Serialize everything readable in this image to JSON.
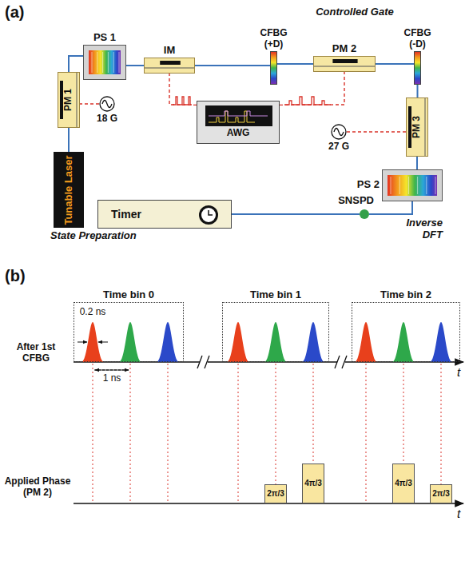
{
  "diagram": {
    "nodes": [
      {
        "text": [
          "State Preparation"
        ]
      },
      {
        "text": [
          "Tunable Laser"
        ],
        "in": 0
      },
      {
        "text": [
          "PM 1"
        ],
        "in": 0
      },
      {
        "text": [
          "18 G"
        ],
        "in": 0
      },
      {
        "text": [
          "PS 1"
        ],
        "in": 0
      },
      {
        "text": [
          "IM"
        ],
        "in": 0
      },
      {
        "text": [
          "Controlled Gate"
        ]
      },
      {
        "text": [
          "CFBG (+D)"
        ],
        "in": 6
      },
      {
        "text": [
          "PM 2"
        ],
        "in": 6
      },
      {
        "text": [
          "CFBG (-D)"
        ],
        "in": 6
      },
      {
        "text": [
          "Inverse DFT"
        ]
      },
      {
        "text": [
          "27 G"
        ],
        "in": 10
      },
      {
        "text": [
          "PM 3"
        ],
        "in": 10
      },
      {
        "text": [
          "PS 2"
        ],
        "in": 10
      },
      {
        "text": [
          "AWG"
        ]
      },
      {
        "text": [
          "Timer"
        ]
      },
      {
        "text": [
          "SNSPD"
        ]
      },
      {
        "text": [
          "Time bin 0"
        ]
      },
      {
        "text": [
          "Time bin 1"
        ]
      },
      {
        "text": [
          "Time bin 2"
        ]
      },
      {
        "text": [
          "2π/3"
        ]
      },
      {
        "text": [
          "4π/3"
        ]
      },
      {
        "text": [
          "4π/3"
        ]
      },
      {
        "text": [
          "2π/3"
        ]
      }
    ],
    "edges": [
      {
        "from": 1,
        "to": 2,
        "arrow": "none"
      },
      {
        "from": 2,
        "to": 4,
        "arrow": "none"
      },
      {
        "from": 4,
        "to": 5,
        "arrow": "none"
      },
      {
        "from": 5,
        "to": 7,
        "arrow": "none"
      },
      {
        "from": 7,
        "to": 8,
        "arrow": "none"
      },
      {
        "from": 8,
        "to": 9,
        "arrow": "none"
      },
      {
        "from": 9,
        "to": 12,
        "arrow": "none"
      },
      {
        "from": 12,
        "to": 13,
        "arrow": "none"
      },
      {
        "from": 13,
        "to": 16,
        "arrow": "none"
      },
      {
        "from": 16,
        "to": 15,
        "arrow": "none"
      },
      {
        "from": 14,
        "to": 5,
        "arrow": "none"
      },
      {
        "from": 14,
        "to": 8,
        "arrow": "none"
      },
      {
        "from": 3,
        "to": 2,
        "arrow": "none"
      },
      {
        "from": 11,
        "to": 12,
        "arrow": "none"
      }
    ],
    "labels": [
      "(a)",
      "(b)",
      "After 1st CFBG",
      "0.2 ns",
      "1 ns",
      "Applied Phase (PM 2)",
      "t",
      "t"
    ]
  }
}
